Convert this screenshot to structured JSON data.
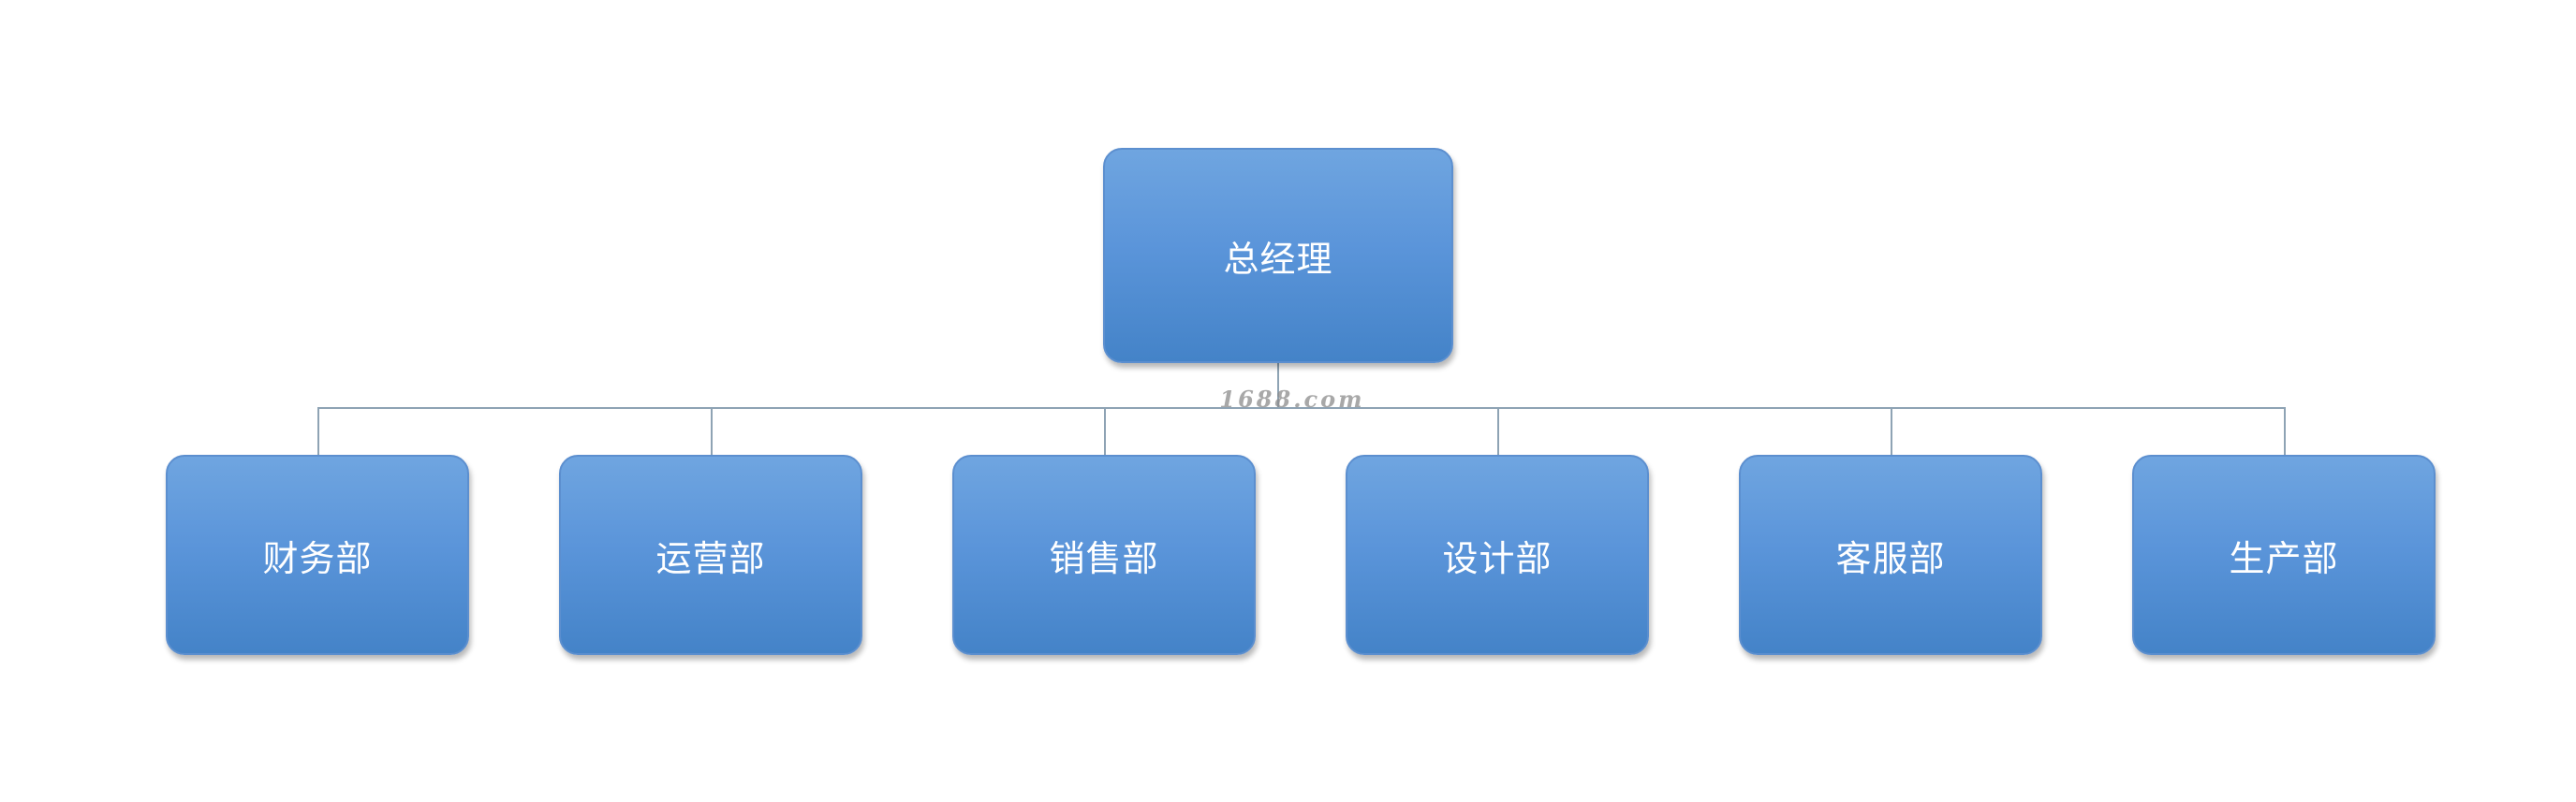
{
  "org_chart": {
    "root": {
      "label": "总经理"
    },
    "departments": [
      {
        "label": "财务部"
      },
      {
        "label": "运营部"
      },
      {
        "label": "销售部"
      },
      {
        "label": "设计部"
      },
      {
        "label": "客服部"
      },
      {
        "label": "生产部"
      }
    ]
  },
  "watermark": {
    "text": "1688.com"
  },
  "colors": {
    "node_fill_top": "#6fa5e0",
    "node_fill_bottom": "#4483c8",
    "node_border": "#5c8fcf",
    "connector": "#8ea3b4",
    "node_text": "#ffffff"
  }
}
